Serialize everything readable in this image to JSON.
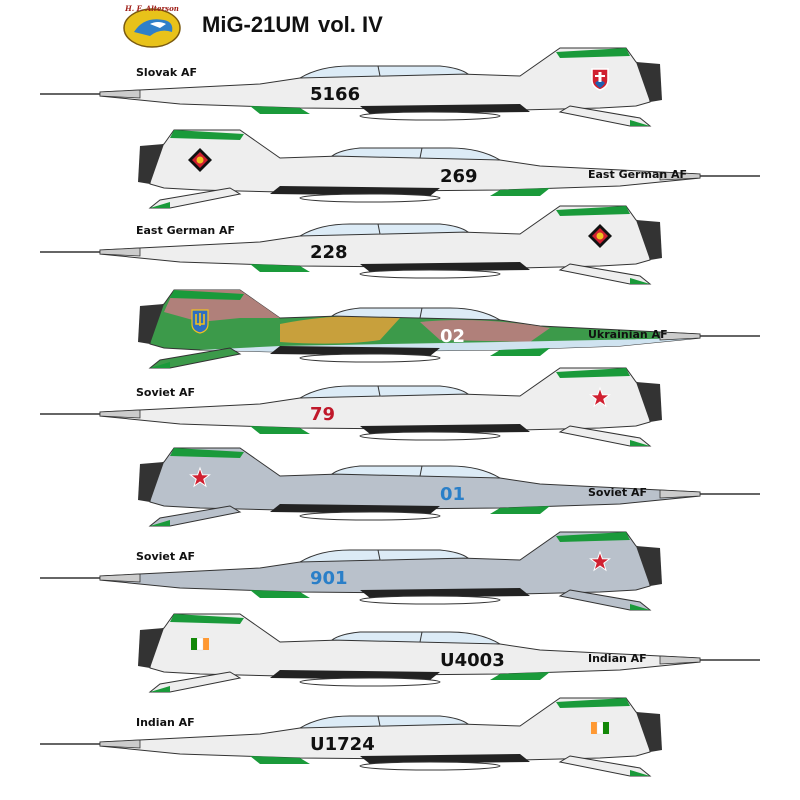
{
  "header": {
    "publisher": "H. F. Alterson",
    "model": "MiG-21UM",
    "volume": "vol. IV"
  },
  "profiles": [
    {
      "label": "Slovak  AF",
      "serial": "5166",
      "serial_color": "#111111",
      "facing": "left",
      "tail_marking": "slovak-roundel-icon",
      "camo": "light-grey",
      "tip_color": "#1a9a3a"
    },
    {
      "label": "East German  AF",
      "serial": "269",
      "serial_color": "#111111",
      "facing": "right",
      "tail_marking": "ddr-emblem-icon",
      "camo": "light-grey",
      "tip_color": "#1a9a3a"
    },
    {
      "label": "East German  AF",
      "serial": "228",
      "serial_color": "#111111",
      "facing": "left",
      "tail_marking": "ddr-emblem-icon",
      "camo": "light-grey",
      "tip_color": "#1a9a3a"
    },
    {
      "label": "Ukrainian  AF",
      "serial": "02",
      "serial_color": "#ffffff",
      "facing": "right",
      "tail_marking": "ukrainian-trident-icon",
      "camo": "green-tan-brown",
      "tip_color": "#1a9a3a"
    },
    {
      "label": "Soviet  AF",
      "serial": "79",
      "serial_color": "#c0182a",
      "facing": "left",
      "tail_marking": "red-star-icon",
      "camo": "light-grey",
      "tip_color": "#1a9a3a"
    },
    {
      "label": "Soviet  AF",
      "serial": "01",
      "serial_color": "#2a7fc8",
      "facing": "right",
      "tail_marking": "red-star-icon",
      "camo": "blue-grey",
      "tip_color": "#1a9a3a"
    },
    {
      "label": "Soviet  AF",
      "serial": "901",
      "serial_color": "#2a7fc8",
      "facing": "left",
      "tail_marking": "red-star-icon",
      "camo": "blue-grey",
      "tip_color": "#1a9a3a"
    },
    {
      "label": "Indian  AF",
      "serial": "U4003",
      "serial_color": "#111111",
      "facing": "right",
      "tail_marking": "indian-flag-icon",
      "camo": "light-grey",
      "tip_color": "#1a9a3a"
    },
    {
      "label": "Indian  AF",
      "serial": "U1724",
      "serial_color": "#111111",
      "facing": "left",
      "tail_marking": "indian-flag-icon",
      "camo": "light-grey",
      "tip_color": "#1a9a3a"
    }
  ]
}
